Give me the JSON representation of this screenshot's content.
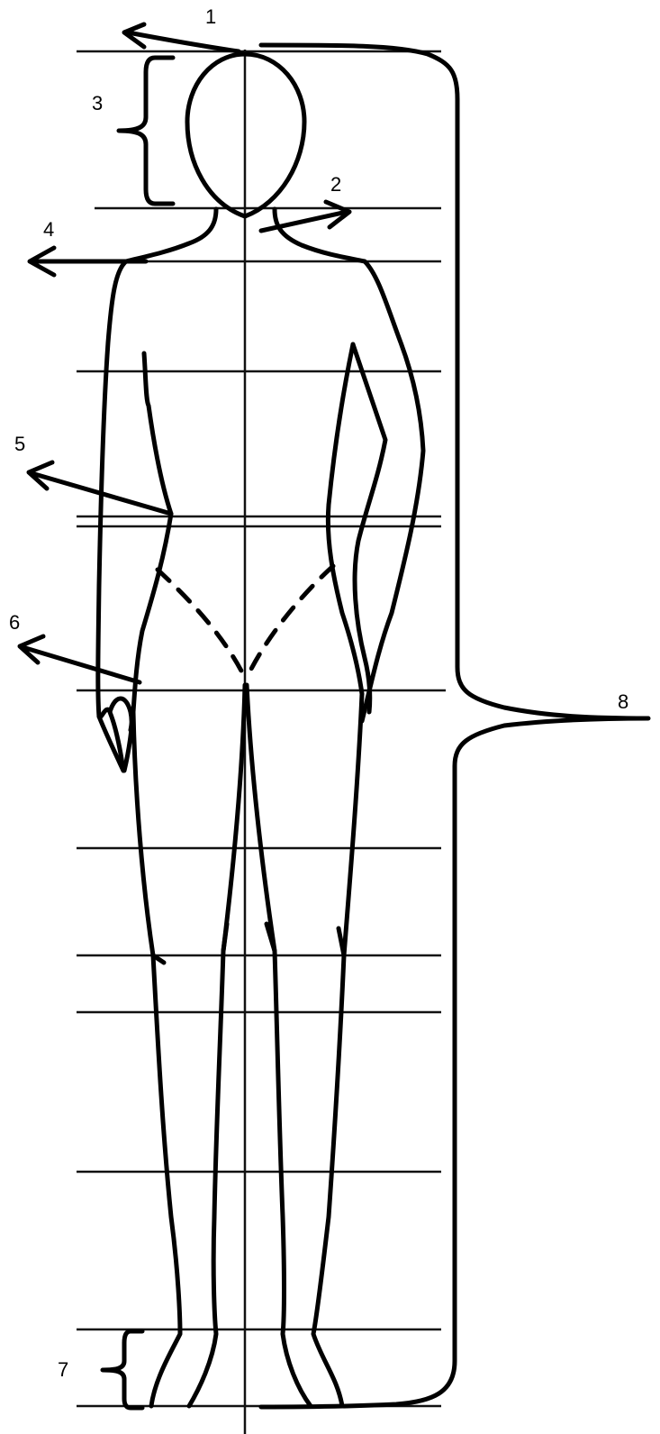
{
  "figure": {
    "labels": [
      "1",
      "2",
      "3",
      "4",
      "5",
      "6",
      "7",
      "8"
    ]
  },
  "colors": {
    "ink": "#000000",
    "paper": "#ffffff"
  }
}
